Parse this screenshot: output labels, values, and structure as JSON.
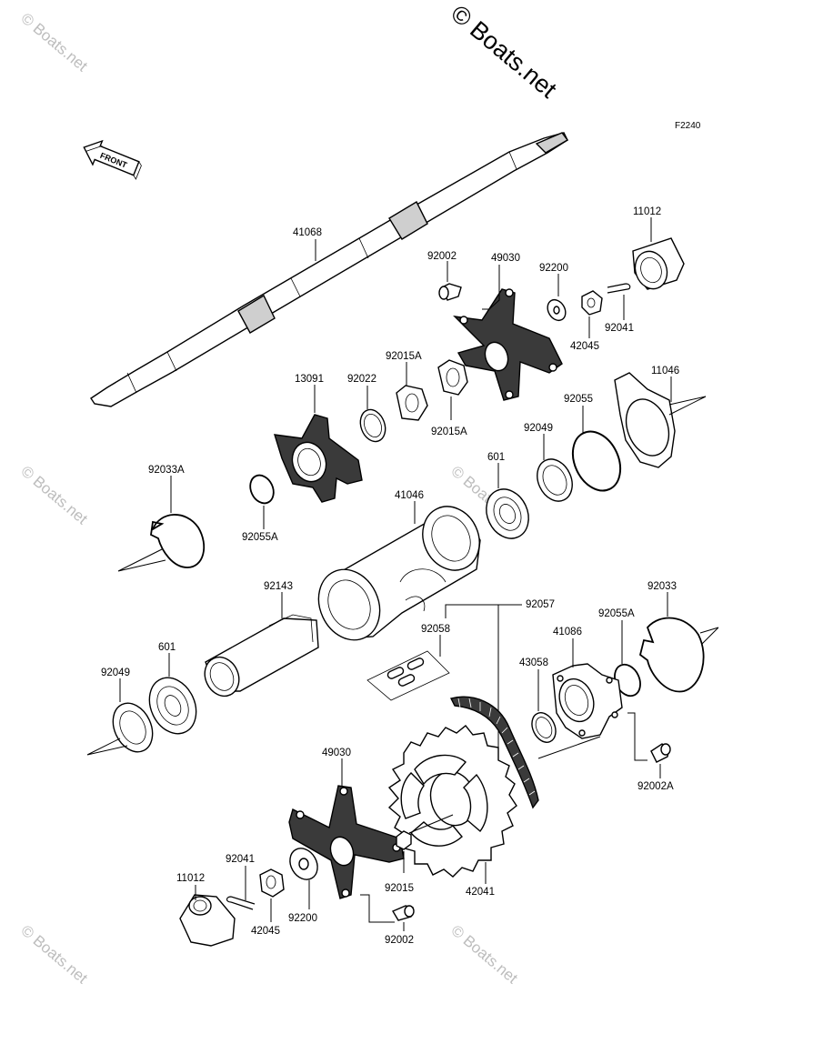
{
  "copyright": "© Boats.net",
  "watermark_text": "© Boats.net",
  "figure_code": "F2240",
  "front_arrow_label": "FRONT",
  "part_labels": {
    "p41068": "41068",
    "p11012_top": "11012",
    "p92002_top": "92002",
    "p49030_top": "49030",
    "p92200_top": "92200",
    "p92041_top": "92041",
    "p42045_top": "42045",
    "p92015A_a": "92015A",
    "p92015A_b": "92015A",
    "p13091": "13091",
    "p92022": "92022",
    "p11046": "11046",
    "p92055": "92055",
    "p92049_top": "92049",
    "p601_top": "601",
    "p92033A": "92033A",
    "p92055A_left": "92055A",
    "p41046": "41046",
    "p92143": "92143",
    "p92057": "92057",
    "p92058": "92058",
    "p92033": "92033",
    "p92055A_right": "92055A",
    "p41086": "41086",
    "p43058": "43058",
    "p601_bottom": "601",
    "p92049_bottom": "92049",
    "p92002A": "92002A",
    "p49030_bottom": "49030",
    "p92041_bottom": "92041",
    "p11012_bottom": "11012",
    "p42045_bottom": "42045",
    "p92200_bottom": "92200",
    "p92015": "92015",
    "p42041": "42041",
    "p92002_bottom": "92002"
  }
}
